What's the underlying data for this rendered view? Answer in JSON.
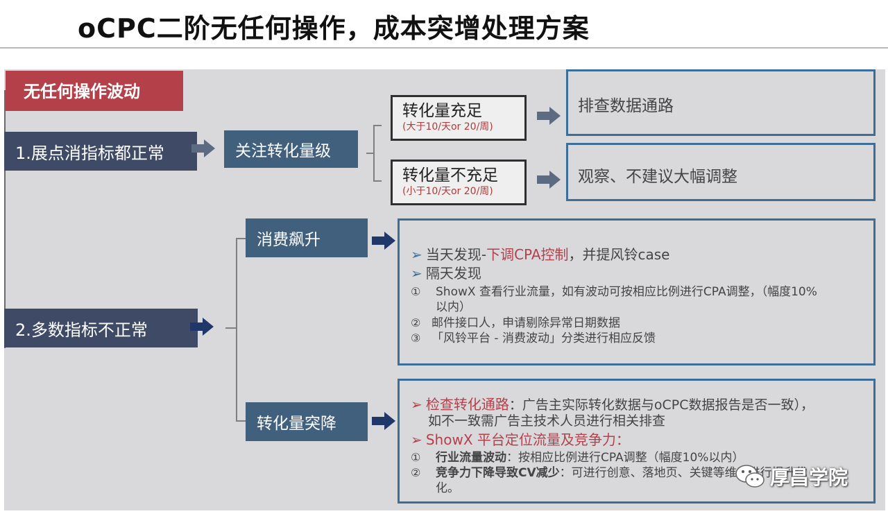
{
  "title": "oCPC二阶无任何操作，成本突增处理方案",
  "header_tag": "无任何操作波动",
  "branch1": {
    "label": "1.展点消指标都正常",
    "focus": "关注转化量级",
    "sufficient": {
      "title": "转化量充足",
      "note": "(大于10/天or 20/周)",
      "action": "排查数据通路"
    },
    "insufficient": {
      "title": "转化量不充足",
      "note": "(小于10/天or 20/周)",
      "action": "观察、不建议大幅调整"
    }
  },
  "branch2": {
    "label": "2.多数指标不正常",
    "spend_surge": {
      "label": "消费飙升",
      "bullets": [
        {
          "prefix": "当天发现-",
          "highlight": "下调CPA控制",
          "suffix": "，并提风铃case"
        },
        {
          "text": "隔天发现"
        }
      ],
      "numbered": [
        {
          "num": "①",
          "text": "ShowX 查看行业流量，如有波动可按相应比例进行CPA调整，（幅度10%",
          "cont": "以内）"
        },
        {
          "num": "②",
          "text": "邮件接口人，申请剔除异常日期数据"
        },
        {
          "num": "③",
          "text": "「风铃平台 - 消费波动」分类进行相应反馈"
        }
      ]
    },
    "conv_drop": {
      "label": "转化量突降",
      "check": {
        "label": "检查转化通路",
        "text": "：广告主实际转化数据与oCPC数据报告是否一致），",
        "cont": "如不一致需广告主技术人员进行相关排查"
      },
      "showx": "ShowX 平台定位流量及竞争力：",
      "numbered": [
        {
          "num": "①",
          "label": "行业流量波动",
          "text": "：按相应比例进行CPA调整（幅度10%以内）"
        },
        {
          "num": "②",
          "label": "竞争力下降导致CV减少",
          "text": "：可进行创意、落地页、关键",
          "text_tail": "等维度进行提升优",
          "cont": "化。"
        }
      ]
    }
  },
  "watermark": "厚昌学院",
  "colors": {
    "red": "#b4404a",
    "navy": "#3f4a66",
    "steel": "#41607e",
    "blue_border": "#3b6f97"
  }
}
